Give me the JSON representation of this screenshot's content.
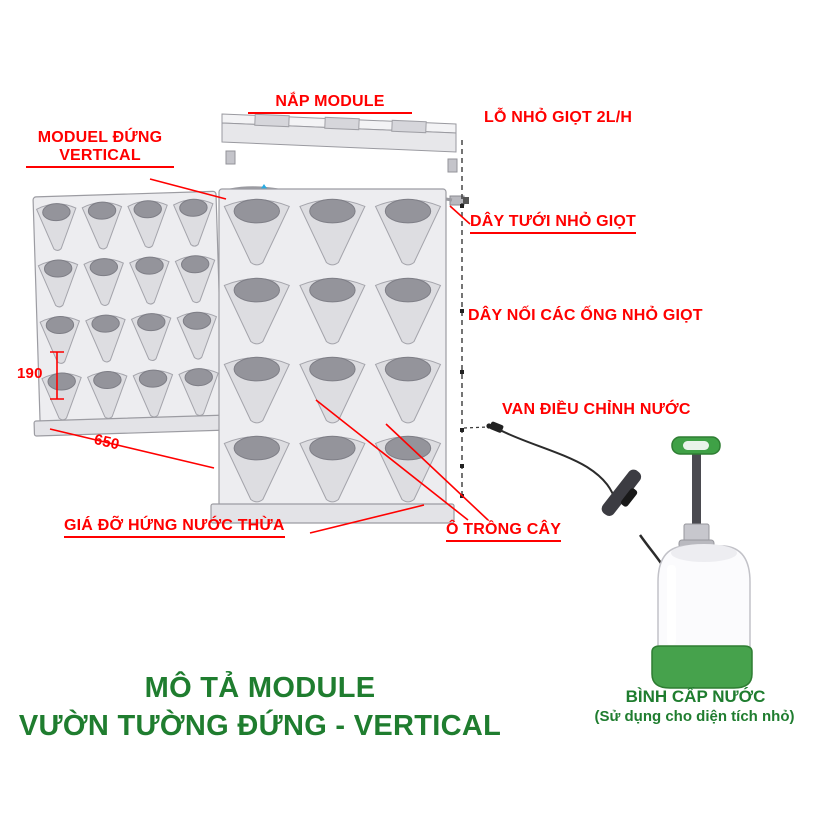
{
  "colors": {
    "label_red": "#ff0000",
    "title_green": "#1f7d2f",
    "droplet_blue": "#29abe2",
    "module_gray": "#ededf0",
    "sprayer_green": "#46a24c"
  },
  "labels": {
    "lid": "NẮP MODULE",
    "drip_hole": "LỖ NHỎ GIỌT 2L/H",
    "module_line1": "MODUEL ĐỨNG",
    "module_line2": "VERTICAL",
    "drip_line": "DÂY TƯỚI NHỎ GIỌT",
    "connector": "DÂY NỐI CÁC ỐNG NHỎ GIỌT",
    "valve": "VAN ĐIỀU CHỈNH NƯỚC",
    "planting_cell": "Ô TRỒNG CÂY",
    "tray": "GIÁ ĐỠ HỨNG NƯỚC THỪA"
  },
  "dimensions": {
    "module_height": "190",
    "module_width": "650"
  },
  "sprayer": {
    "name": "BÌNH CẤP NƯỚC",
    "note": "(Sử dụng cho diện tích nhỏ)"
  },
  "title": {
    "line1": "MÔ TẢ MODULE",
    "line2": "VƯỜN TƯỜNG ĐỨNG - VERTICAL"
  }
}
